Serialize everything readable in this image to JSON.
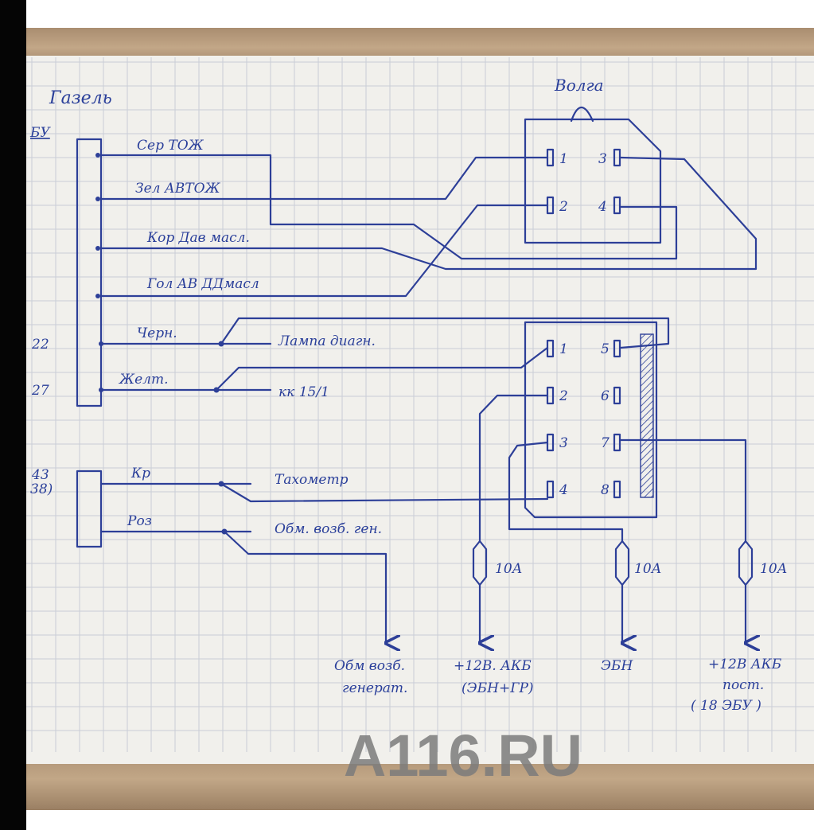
{
  "page": {
    "title": "Газель",
    "ecu_label": "БУ",
    "connector_title": "Волга",
    "watermark": "A116.RU"
  },
  "left_pins": {
    "p22": "22",
    "p27": "27",
    "p43": "43",
    "p38": "38)"
  },
  "wires": {
    "ser": "Сер  ТОЖ",
    "zel": "Зел  АВТОЖ",
    "kor": "Кор  Дав масл.",
    "gol": "Гол  АВ ДДмасл",
    "chern": "Черн.",
    "zhelt": "Желт.",
    "kr": "Кр",
    "roz": "Роз"
  },
  "mid_labels": {
    "lampa": "Лампа диагн.",
    "kk": "кк 15/1",
    "taho": "Тахометр",
    "obm": "Обм. возб. ген."
  },
  "volga_pins": {
    "p1": "1",
    "p2": "2",
    "p3": "3",
    "p4": "4"
  },
  "relay_pins": {
    "p1": "1",
    "p2": "2",
    "p3": "3",
    "p4": "4",
    "p5": "5",
    "p6": "6",
    "p7": "7",
    "p8": "8"
  },
  "fuses": {
    "f1": "10А",
    "f2": "10А",
    "f3": "10А"
  },
  "bottom_labels": {
    "gen_l1": "Обм возб.",
    "gen_l2": "генерат.",
    "akb_l1": "+12В. АКБ",
    "akb_l2": "(ЭБН+ГР)",
    "ebn": "ЭБН",
    "post_l1": "+12В АКБ",
    "post_l2": "пост.",
    "post_l3": "( 18 ЭБУ )"
  }
}
